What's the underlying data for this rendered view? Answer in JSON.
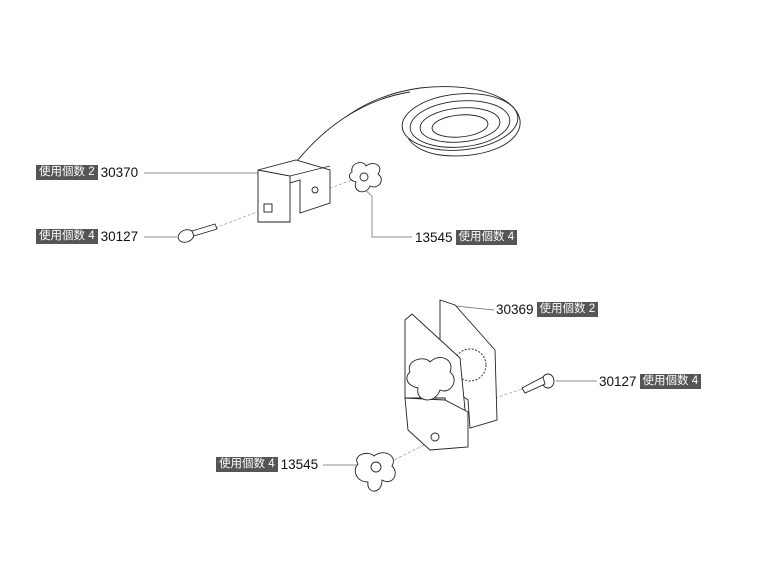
{
  "callouts": [
    {
      "part": "30370",
      "qty": "使用個数 2"
    },
    {
      "part": "30127",
      "qty": "使用個数 4"
    },
    {
      "part": "13545",
      "qty": "使用個数 4"
    },
    {
      "part": "30369",
      "qty": "使用個数 2"
    },
    {
      "part": "30127",
      "qty": "使用個数 4"
    },
    {
      "part": "13545",
      "qty": "使用個数 4"
    }
  ]
}
